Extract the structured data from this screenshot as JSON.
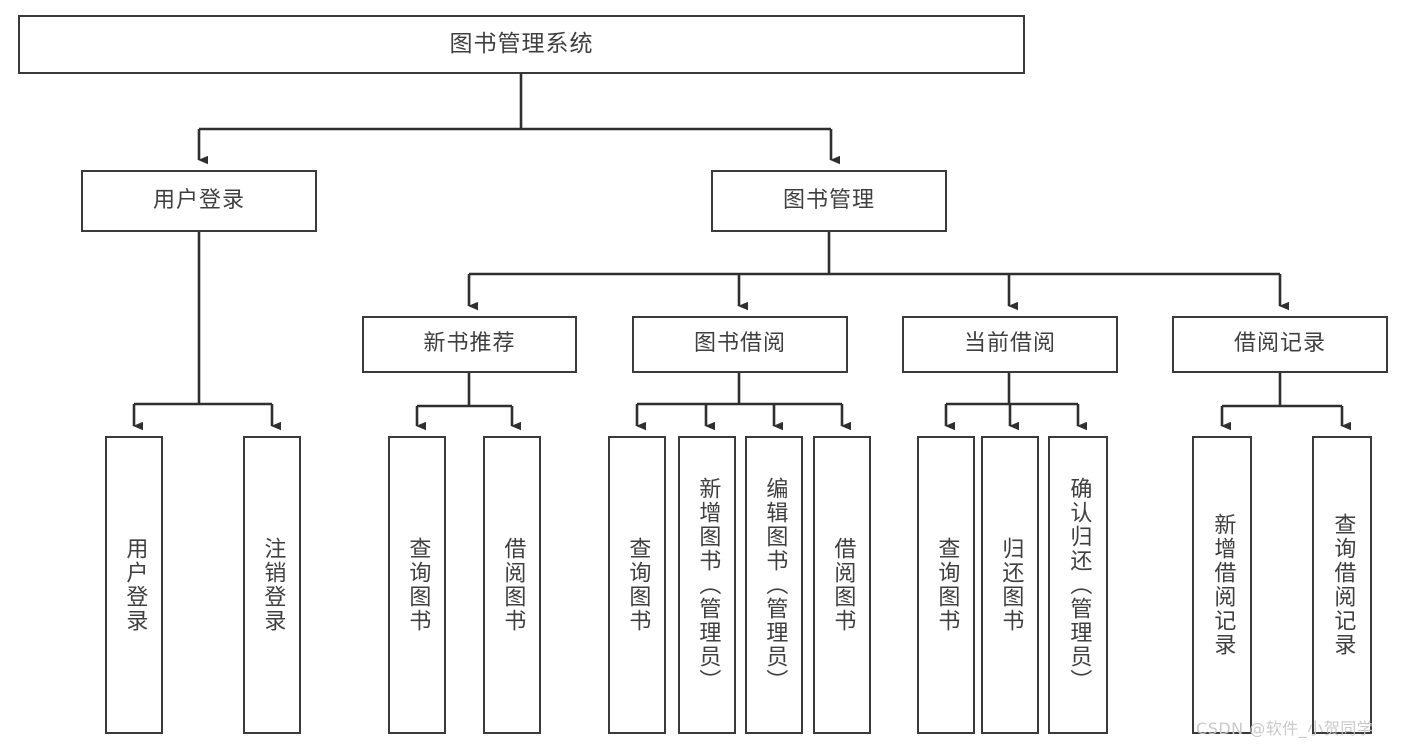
{
  "diagram": {
    "title": "图书管理系统",
    "type": "hierarchy-tree",
    "orientation": "top-down",
    "colors": {
      "box_border": "#3a3a3a",
      "box_fill": "#ffffff",
      "text": "#3f3f3f",
      "edge": "#2f2f2f",
      "watermark": "#c9c9c9"
    }
  },
  "nodes": {
    "root": {
      "label": "图书管理系统"
    },
    "level2": [
      {
        "label": "用户登录"
      },
      {
        "label": "图书管理"
      }
    ],
    "level3": [
      {
        "label": "新书推荐"
      },
      {
        "label": "图书借阅"
      },
      {
        "label": "当前借阅"
      },
      {
        "label": "借阅记录"
      }
    ],
    "leaves_user_login": [
      {
        "label": "用户登录"
      },
      {
        "label": "注销登录"
      }
    ],
    "leaves_new_book": [
      {
        "label": "查询图书"
      },
      {
        "label": "借阅图书"
      }
    ],
    "leaves_borrow": [
      {
        "label": "查询图书"
      },
      {
        "label": "新增图书（管理员）"
      },
      {
        "label": "编辑图书（管理员）"
      },
      {
        "label": "借阅图书"
      }
    ],
    "leaves_current": [
      {
        "label": "查询图书"
      },
      {
        "label": "归还图书"
      },
      {
        "label": "确认归还（管理员）"
      }
    ],
    "leaves_record": [
      {
        "label": "新增借阅记录"
      },
      {
        "label": "查询借阅记录"
      }
    ]
  },
  "watermark": {
    "text": "CSDN @软件_小贺同学"
  }
}
